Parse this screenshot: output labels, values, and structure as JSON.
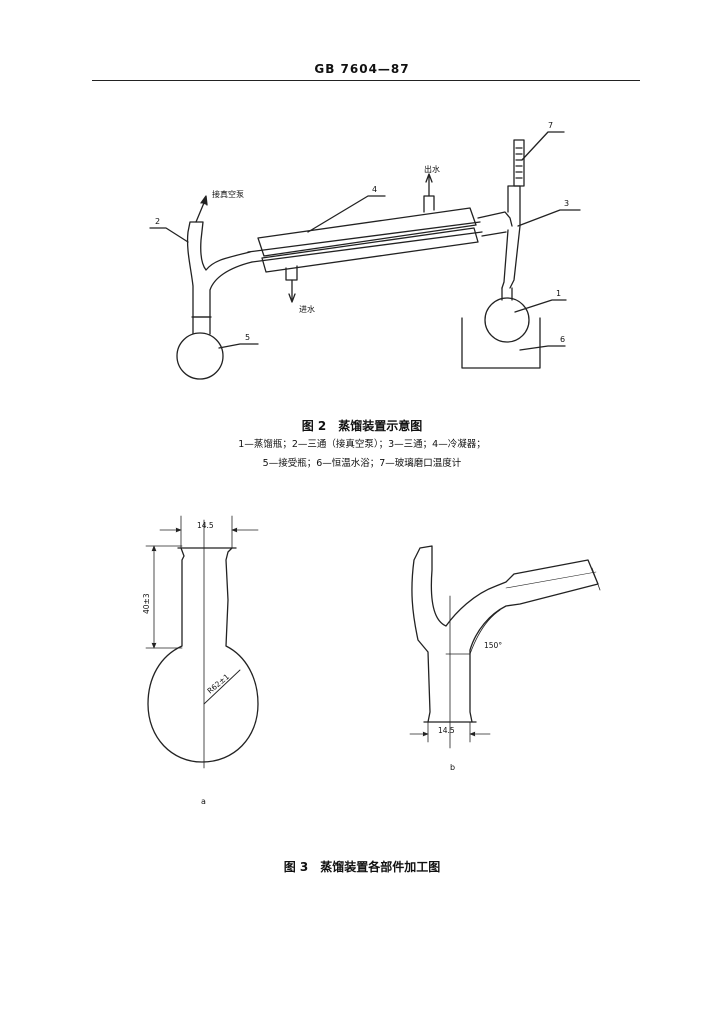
{
  "header": {
    "standard_code": "GB 7604—87"
  },
  "figure2": {
    "title": "图 2　蒸馏装置示意图",
    "legend_line1": "1—蒸馏瓶；2—三通（接真空泵）；3—三通；4—冷凝器；",
    "legend_line2": "5—接受瓶；6—恒温水浴；7—玻璃磨口温度计",
    "labels": {
      "vacuum": "接真空泵",
      "water_out": "出水",
      "water_in": "进水",
      "n1": "1",
      "n2": "2",
      "n3": "3",
      "n4": "4",
      "n5": "5",
      "n6": "6",
      "n7": "7"
    }
  },
  "figure3": {
    "title": "图 3　蒸馏装置各部件加工图",
    "part_a": {
      "label": "a",
      "neck_width": "14.5",
      "neck_height": "40±3",
      "radius": "R62±1"
    },
    "part_b": {
      "label": "b",
      "bottom_width": "14.5",
      "angle": "150°"
    }
  }
}
